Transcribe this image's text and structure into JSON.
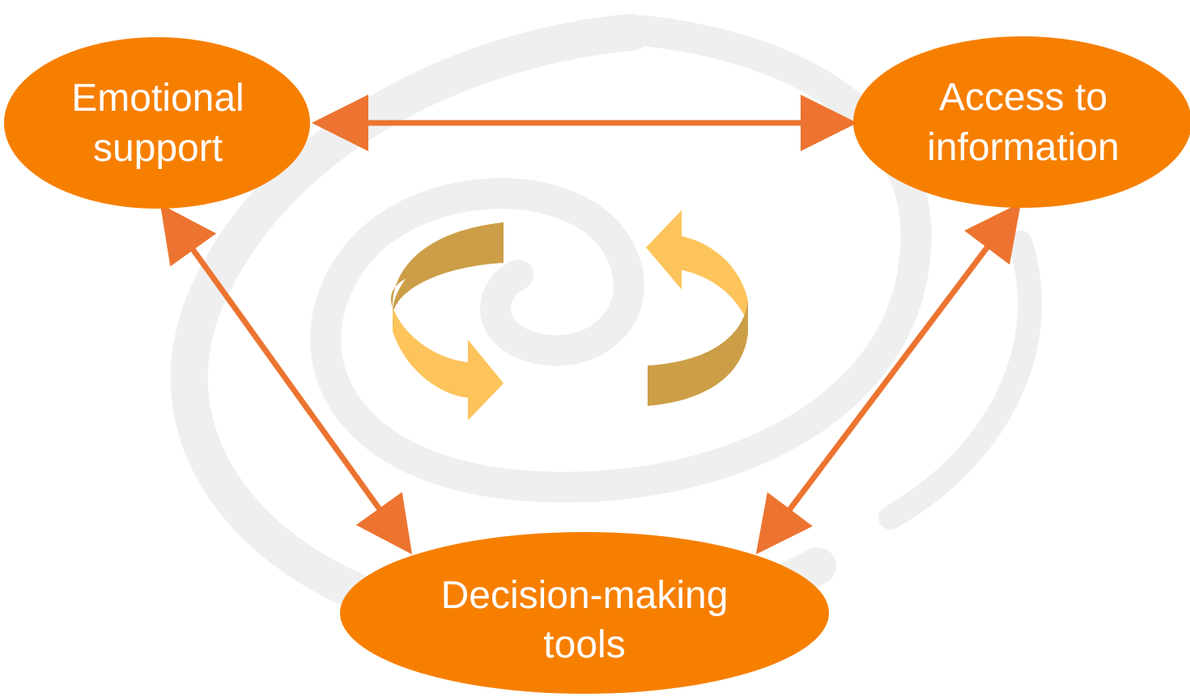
{
  "nodes": {
    "emotional": {
      "line1": "Emotional",
      "line2": "support"
    },
    "access": {
      "line1": "Access to",
      "line2": "information"
    },
    "decision": {
      "line1": "Decision-making",
      "line2": "tools"
    }
  },
  "colors": {
    "node_fill": "#F77F00",
    "connector": "#EC7430",
    "cycle_light": "#FDC45C",
    "cycle_dark": "#CC9E47",
    "swirl": "#EFEFEF",
    "text": "#FFFFFF"
  },
  "icons": {
    "connector_head": "double-headed-arrow",
    "cycle": "circular-refresh-arrows",
    "background": "spiral-watermark"
  }
}
